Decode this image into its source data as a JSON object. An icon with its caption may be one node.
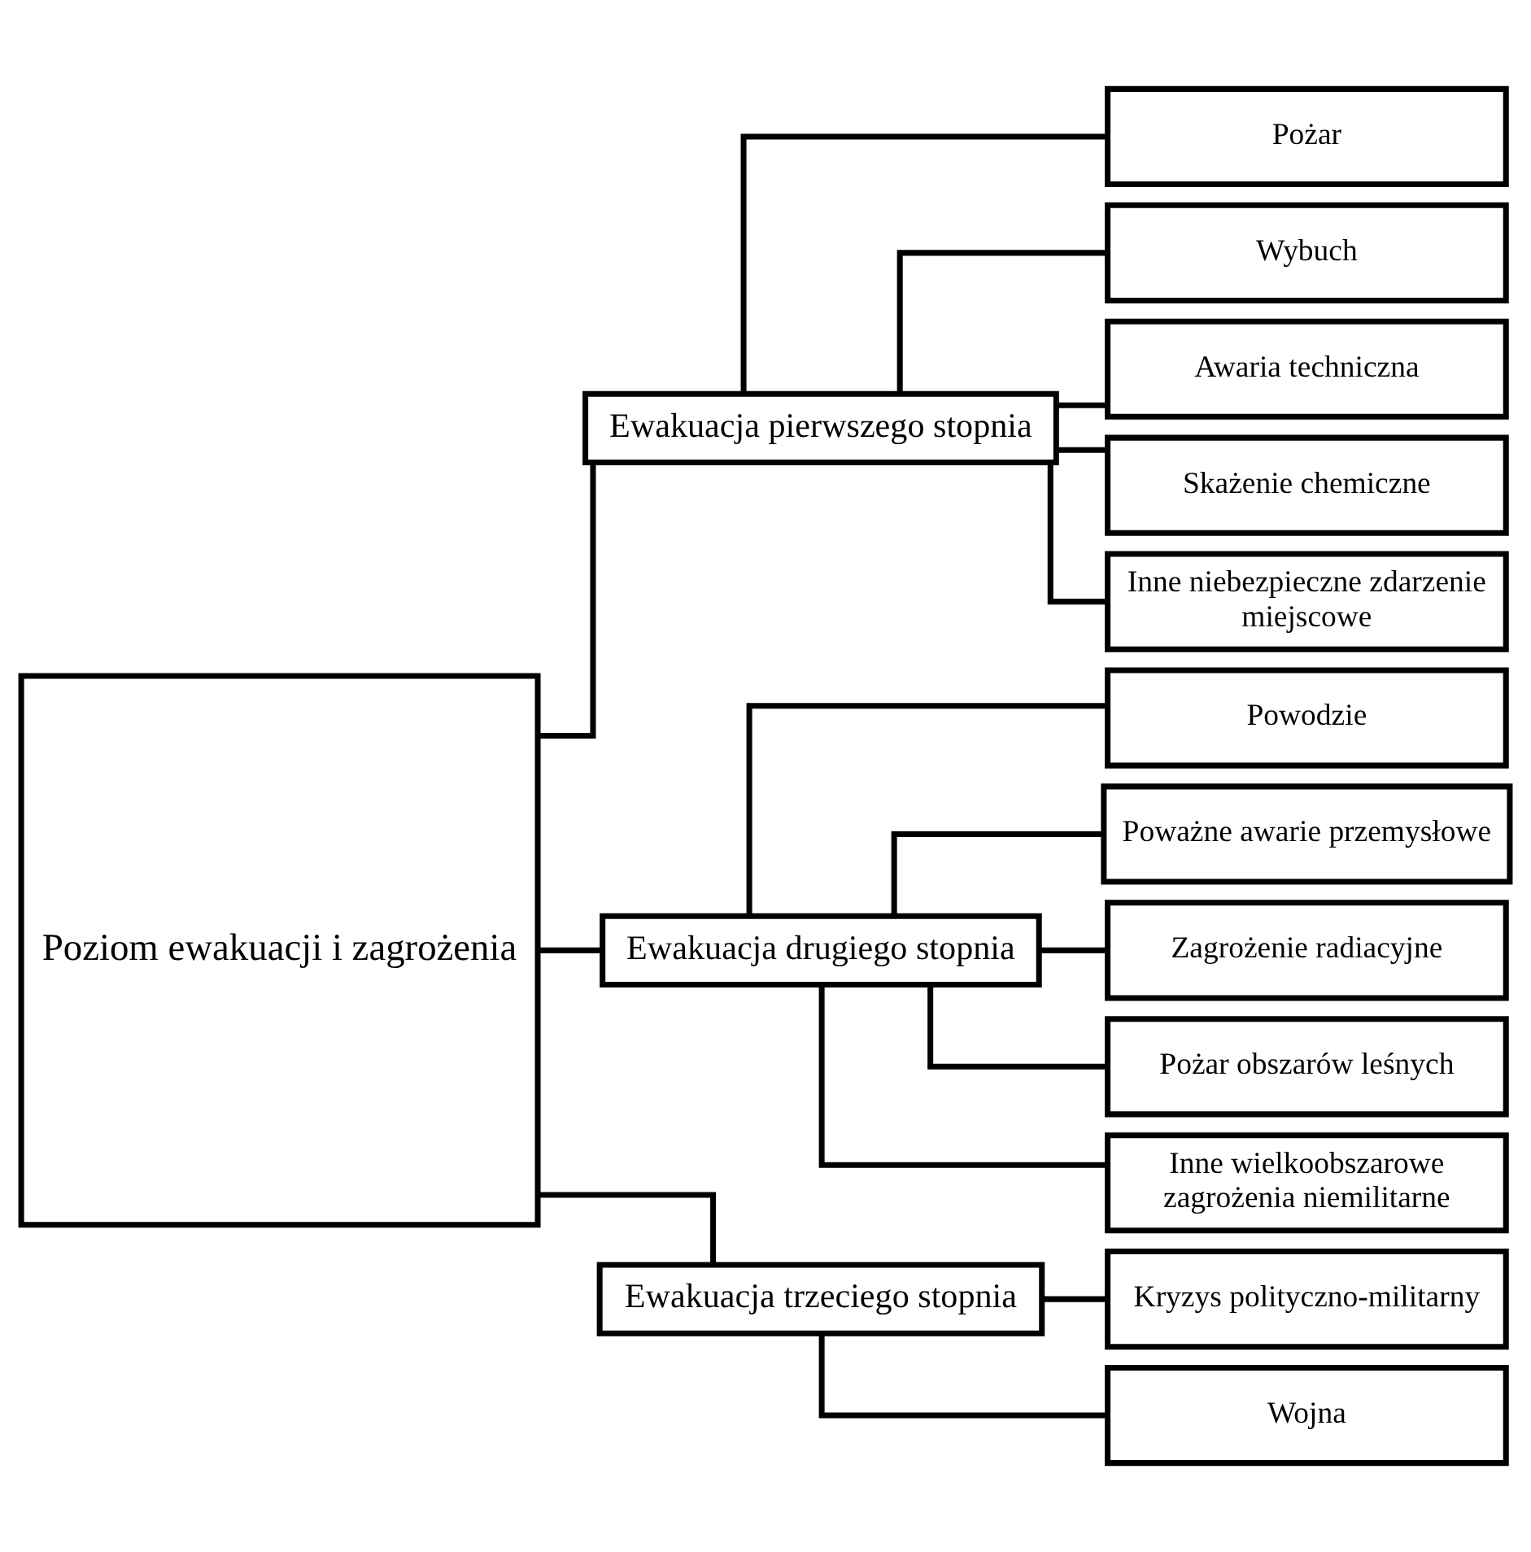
{
  "diagram": {
    "nodes": [
      {
        "text": [
          "Poziom ewakuacji i zagrożenia"
        ]
      },
      {
        "text": [
          "Ewakuacja pierwszego stopnia"
        ]
      },
      {
        "text": [
          "Pożar"
        ]
      },
      {
        "text": [
          "Wybuch"
        ]
      },
      {
        "text": [
          "Awaria techniczna"
        ]
      },
      {
        "text": [
          "Skażenie chemiczne"
        ]
      },
      {
        "text": [
          "Inne niebezpieczne zdarzenie miejscowe"
        ]
      },
      {
        "text": [
          "Ewakuacja drugiego stopnia"
        ]
      },
      {
        "text": [
          "Powodzie"
        ]
      },
      {
        "text": [
          "Poważne awarie przemysłowe"
        ]
      },
      {
        "text": [
          "Zagrożenie radiacyjne"
        ]
      },
      {
        "text": [
          "Pożar obszarów leśnych"
        ]
      },
      {
        "text": [
          "Inne wielkoobszarowe zagrożenia niemilitarne"
        ]
      },
      {
        "text": [
          "Ewakuacja trzeciego stopnia"
        ]
      },
      {
        "text": [
          "Kryzys polityczno-militarny"
        ]
      },
      {
        "text": [
          "Wojna"
        ]
      }
    ],
    "edges": [
      {
        "from": 0,
        "to": 1,
        "arrow": "none"
      },
      {
        "from": 0,
        "to": 7,
        "arrow": "none"
      },
      {
        "from": 0,
        "to": 13,
        "arrow": "none"
      },
      {
        "from": 1,
        "to": 2,
        "arrow": "none"
      },
      {
        "from": 1,
        "to": 3,
        "arrow": "none"
      },
      {
        "from": 1,
        "to": 4,
        "arrow": "none"
      },
      {
        "from": 1,
        "to": 5,
        "arrow": "none"
      },
      {
        "from": 1,
        "to": 6,
        "arrow": "none"
      },
      {
        "from": 7,
        "to": 8,
        "arrow": "none"
      },
      {
        "from": 7,
        "to": 9,
        "arrow": "none"
      },
      {
        "from": 7,
        "to": 10,
        "arrow": "none"
      },
      {
        "from": 7,
        "to": 11,
        "arrow": "none"
      },
      {
        "from": 7,
        "to": 12,
        "arrow": "none"
      },
      {
        "from": 13,
        "to": 14,
        "arrow": "none"
      },
      {
        "from": 13,
        "to": 15,
        "arrow": "none"
      }
    ]
  }
}
